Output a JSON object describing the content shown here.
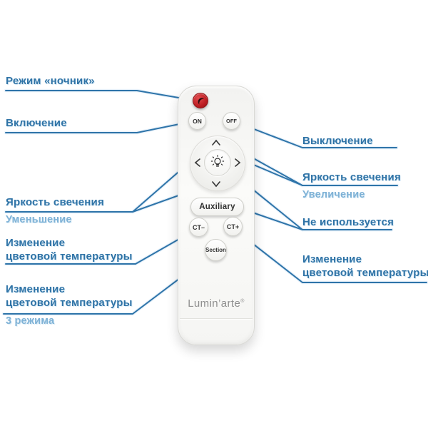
{
  "colors": {
    "label_primary": "#2f73a6",
    "label_secondary": "#7fb2d6",
    "connector": "#2e74a9",
    "night_button": "#bd1d22",
    "remote_body": "#f7f7f5",
    "button_text": "#333333",
    "logo_text": "#8e8e8e"
  },
  "remote": {
    "brand": "Lumin’arte",
    "reg_mark": "®",
    "buttons": {
      "on": "ON",
      "off": "OFF",
      "auxiliary": "Auxiliary",
      "ct_minus": "CT–",
      "ct_plus": "CT+",
      "section": "Section"
    },
    "icons": {
      "night": "crescent-moon-icon",
      "dpad_center": "light-bulb-icon",
      "dpad_up": "chevron-up-icon",
      "dpad_down": "chevron-down-icon",
      "dpad_left": "chevron-left-icon",
      "dpad_right": "chevron-right-icon"
    }
  },
  "annotations": {
    "left": [
      {
        "line1": "Режим «ночник»",
        "points_to": "night-mode-button"
      },
      {
        "line1": "Включение",
        "points_to": "on-button"
      },
      {
        "line1": "Яркость свечения",
        "sub": "Уменьшение",
        "points_to": "dpad-left-button, dpad-down-button"
      },
      {
        "line1": "Изменение",
        "line2": "цветовой температуры",
        "points_to": "ct-minus-button"
      },
      {
        "line1": "Изменение",
        "line2": "цветовой температуры",
        "sub": "3 режима",
        "points_to": "section-button"
      }
    ],
    "right": [
      {
        "line1": "Выключение",
        "points_to": "off-button"
      },
      {
        "line1": "Яркость свечения",
        "sub": "Увеличение",
        "points_to": "dpad-up-button, dpad-right-button"
      },
      {
        "line1": "Не используется",
        "points_to": "dpad-center-button, auxiliary-button"
      },
      {
        "line1": "Изменение",
        "line2": "цветовой температуры",
        "points_to": "ct-plus-button"
      }
    ]
  }
}
